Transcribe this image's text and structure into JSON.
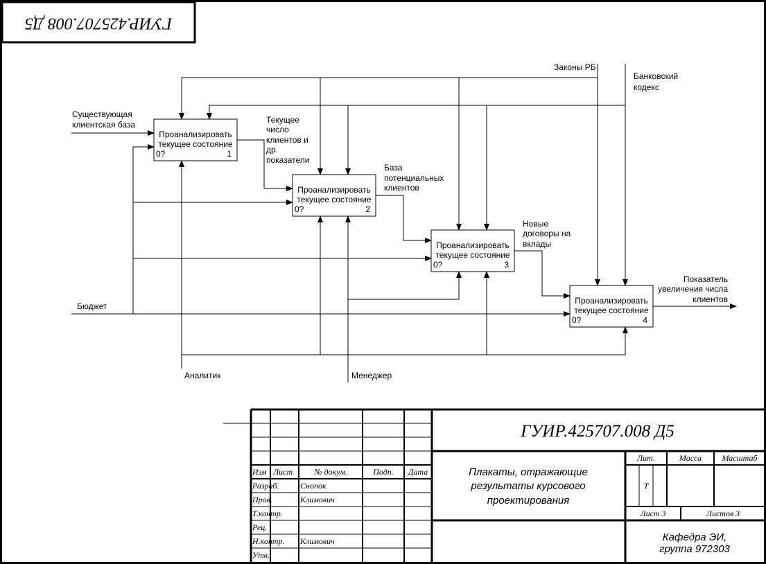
{
  "corner_stamp": "ГУИР.425707.008 Д5",
  "boxes": [
    {
      "title_line1": "Проанализировать",
      "title_line2": "текущее состояние",
      "node": "0?",
      "number": "1"
    },
    {
      "title_line1": "Проанализировать",
      "title_line2": "текущее состояние",
      "node": "0?",
      "number": "2"
    },
    {
      "title_line1": "Проанализировать",
      "title_line2": "текущее состояние",
      "node": "0?",
      "number": "3"
    },
    {
      "title_line1": "Проанализировать",
      "title_line2": "текущее состояние",
      "node": "0?",
      "number": "4"
    }
  ],
  "arrows": {
    "existing_base": [
      "Существующая",
      "клиентская база"
    ],
    "budget": "Бюджет",
    "laws": "Законы РБ",
    "bank_code": [
      "Банковский",
      "кодекс"
    ],
    "current_count": [
      "Текущее",
      "число",
      "клиентов и",
      "др.",
      "показатели"
    ],
    "potential_base": [
      "База",
      "потенциальных",
      "клиентов"
    ],
    "new_contracts": [
      "Новые",
      "договоры на",
      "вклады"
    ],
    "growth_indicator": [
      "Показатель",
      "увеличения числа",
      "клиентов"
    ],
    "analyst": "Аналитик",
    "manager": "Менеджер"
  },
  "title_block": {
    "doc_code": "ГУИР.425707.008 Д5",
    "doc_title": [
      "Плакаты, отражающие",
      "результаты курсового",
      "проектирования"
    ],
    "col_headers": [
      "Изм",
      "Лист",
      "№ докум.",
      "Подп.",
      "Дата"
    ],
    "roles": [
      "Разраб.",
      "Пров.",
      "Т.контр.",
      "Рец.",
      "Н.контр.",
      "Утв."
    ],
    "names": [
      "Снопок",
      "Климович",
      "",
      "",
      "Климович",
      ""
    ],
    "lit_label": "Лит.",
    "mass_label": "Масса",
    "scale_label": "Масштаб",
    "lit_value": "Т",
    "sheet": "Лист 3",
    "sheets_total": "Листов 3",
    "dept": [
      "Кафедра ЭИ,",
      "группа 972303"
    ]
  }
}
